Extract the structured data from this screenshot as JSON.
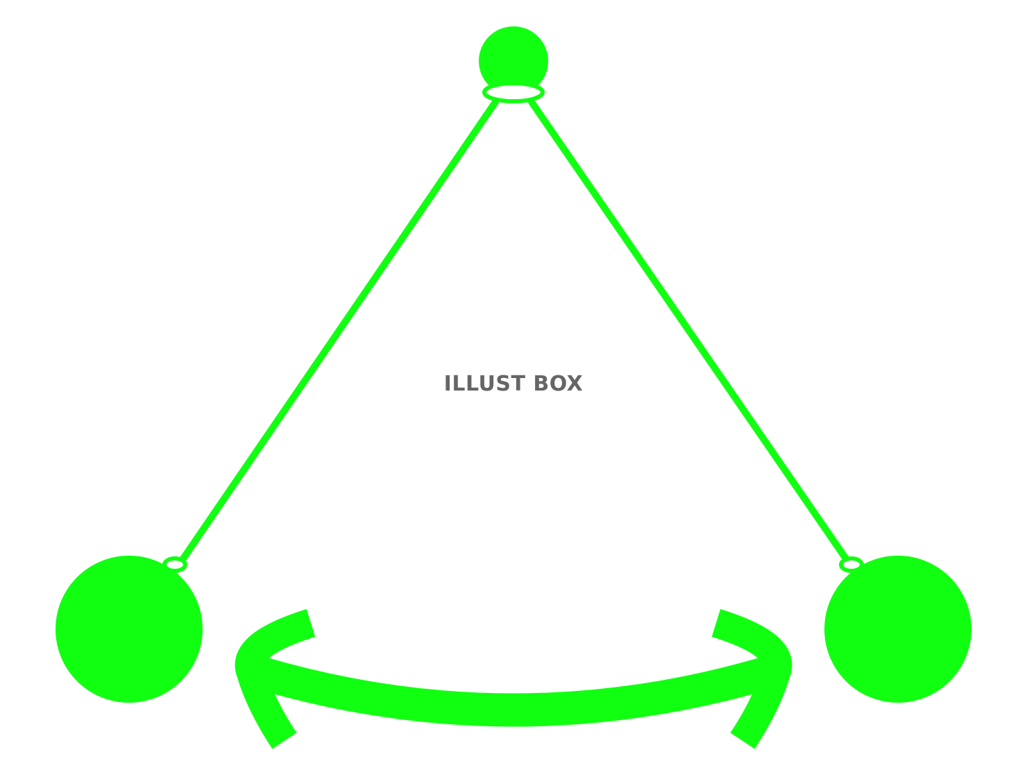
{
  "watermark": {
    "text": "ILLUST BOX"
  },
  "colors": {
    "primary": "#11ff11",
    "watermark": "#666666",
    "background": "#ffffff"
  },
  "diagram": {
    "subject": "pendulum-swing",
    "nodes": [
      "pivot-ball",
      "left-ball",
      "right-ball"
    ],
    "arrow": "double-headed-curved-arrow"
  }
}
